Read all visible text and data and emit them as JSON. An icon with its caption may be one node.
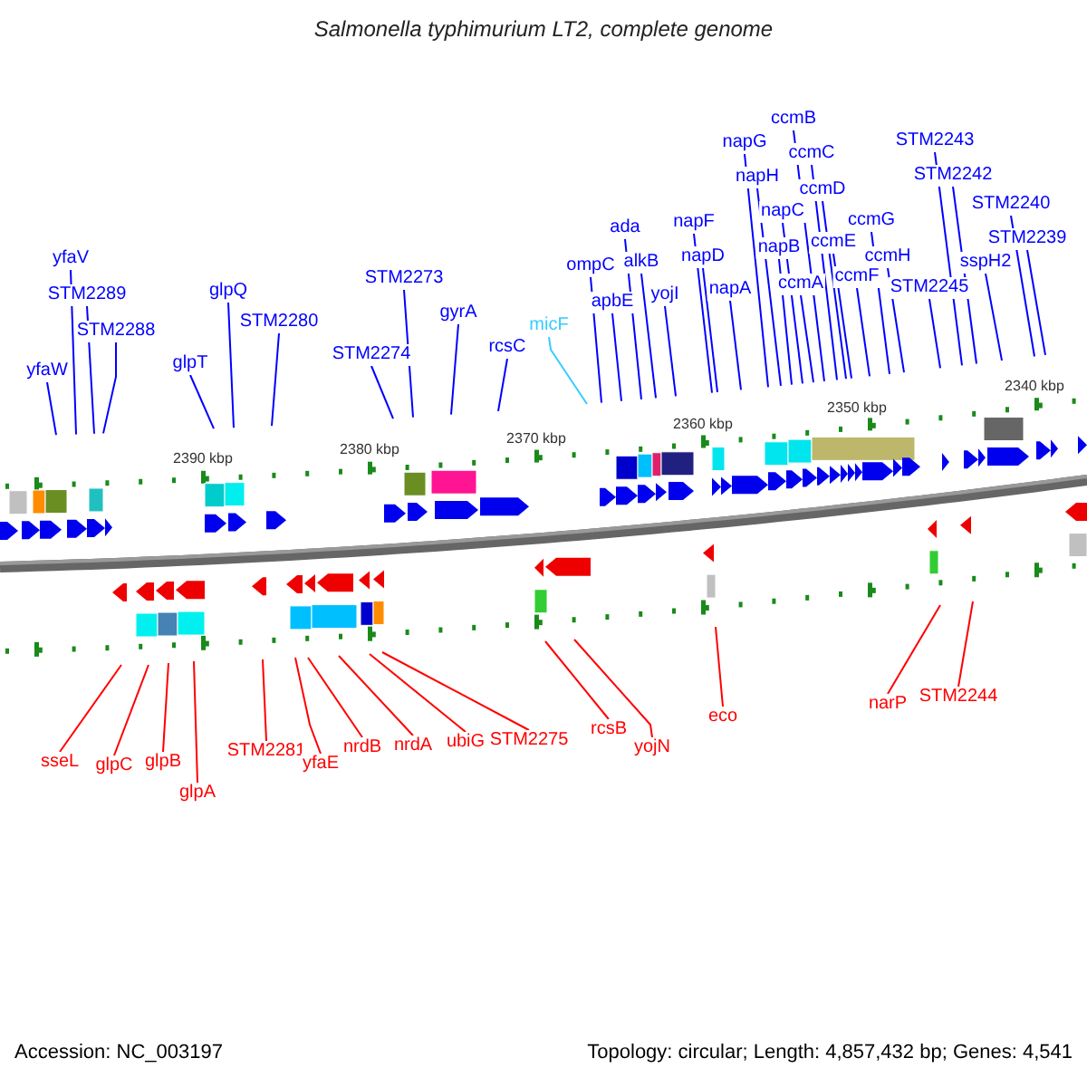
{
  "diagram": {
    "title": "Salmonella typhimurium LT2, complete genome",
    "nodes": [
      {
        "text": [
          "yfaW"
        ]
      },
      {
        "text": [
          "yfaV"
        ]
      },
      {
        "text": [
          "STM2289"
        ]
      },
      {
        "text": [
          "STM2288"
        ]
      },
      {
        "text": [
          "glpT"
        ]
      },
      {
        "text": [
          "glpQ"
        ]
      },
      {
        "text": [
          "STM2280"
        ]
      },
      {
        "text": [
          "STM2274"
        ]
      },
      {
        "text": [
          "STM2273"
        ]
      },
      {
        "text": [
          "gyrA"
        ]
      },
      {
        "text": [
          "rcsC"
        ]
      },
      {
        "text": [
          "micF"
        ]
      },
      {
        "text": [
          "ompC"
        ]
      },
      {
        "text": [
          "apbE"
        ]
      },
      {
        "text": [
          "ada"
        ]
      },
      {
        "text": [
          "alkB"
        ]
      },
      {
        "text": [
          "yojI"
        ]
      },
      {
        "text": [
          "napF"
        ]
      },
      {
        "text": [
          "napD"
        ]
      },
      {
        "text": [
          "napA"
        ]
      },
      {
        "text": [
          "napG"
        ]
      },
      {
        "text": [
          "napH"
        ]
      },
      {
        "text": [
          "napB"
        ]
      },
      {
        "text": [
          "napC"
        ]
      },
      {
        "text": [
          "ccmB"
        ]
      },
      {
        "text": [
          "ccmC"
        ]
      },
      {
        "text": [
          "ccmA"
        ]
      },
      {
        "text": [
          "ccmD"
        ]
      },
      {
        "text": [
          "ccmE"
        ]
      },
      {
        "text": [
          "ccmF"
        ]
      },
      {
        "text": [
          "ccmG"
        ]
      },
      {
        "text": [
          "ccmH"
        ]
      },
      {
        "text": [
          "STM2245"
        ]
      },
      {
        "text": [
          "STM2243"
        ]
      },
      {
        "text": [
          "STM2242"
        ]
      },
      {
        "text": [
          "sspH2"
        ]
      },
      {
        "text": [
          "STM2240"
        ]
      },
      {
        "text": [
          "STM2239"
        ]
      },
      {
        "text": [
          "sseL"
        ]
      },
      {
        "text": [
          "glpC"
        ]
      },
      {
        "text": [
          "glpB"
        ]
      },
      {
        "text": [
          "glpA"
        ]
      },
      {
        "text": [
          "STM2281"
        ]
      },
      {
        "text": [
          "yfaE"
        ]
      },
      {
        "text": [
          "nrdB"
        ]
      },
      {
        "text": [
          "nrdA"
        ]
      },
      {
        "text": [
          "ubiG"
        ]
      },
      {
        "text": [
          "STM2275"
        ]
      },
      {
        "text": [
          "rcsB"
        ]
      },
      {
        "text": [
          "yojN"
        ]
      },
      {
        "text": [
          "eco"
        ]
      },
      {
        "text": [
          "narP"
        ]
      },
      {
        "text": [
          "STM2244"
        ]
      }
    ],
    "edges": [
      {
        "from": 0,
        "to": null,
        "arrow": "none"
      },
      {
        "from": 1,
        "to": null,
        "arrow": "none"
      },
      {
        "from": 2,
        "to": null,
        "arrow": "none"
      },
      {
        "from": 3,
        "to": null,
        "arrow": "none"
      },
      {
        "from": 4,
        "to": null,
        "arrow": "none"
      },
      {
        "from": 5,
        "to": null,
        "arrow": "none"
      },
      {
        "from": 6,
        "to": null,
        "arrow": "none"
      },
      {
        "from": 7,
        "to": null,
        "arrow": "none"
      },
      {
        "from": 8,
        "to": null,
        "arrow": "none"
      },
      {
        "from": 9,
        "to": null,
        "arrow": "none"
      },
      {
        "from": 10,
        "to": null,
        "arrow": "none"
      },
      {
        "from": 11,
        "to": null,
        "arrow": "none",
        "color": "#33ccff"
      },
      {
        "from": 12,
        "to": null,
        "arrow": "none"
      },
      {
        "from": 13,
        "to": null,
        "arrow": "none"
      },
      {
        "from": 14,
        "to": null,
        "arrow": "none"
      },
      {
        "from": 15,
        "to": null,
        "arrow": "none"
      },
      {
        "from": 16,
        "to": null,
        "arrow": "none"
      },
      {
        "from": 17,
        "to": null,
        "arrow": "none"
      },
      {
        "from": 18,
        "to": null,
        "arrow": "none"
      },
      {
        "from": 19,
        "to": null,
        "arrow": "none"
      },
      {
        "from": 20,
        "to": null,
        "arrow": "none"
      },
      {
        "from": 21,
        "to": null,
        "arrow": "none"
      },
      {
        "from": 22,
        "to": null,
        "arrow": "none"
      },
      {
        "from": 23,
        "to": null,
        "arrow": "none"
      },
      {
        "from": 24,
        "to": null,
        "arrow": "none"
      },
      {
        "from": 25,
        "to": null,
        "arrow": "none"
      },
      {
        "from": 26,
        "to": null,
        "arrow": "none"
      },
      {
        "from": 27,
        "to": null,
        "arrow": "none"
      },
      {
        "from": 28,
        "to": null,
        "arrow": "none"
      },
      {
        "from": 29,
        "to": null,
        "arrow": "none"
      },
      {
        "from": 30,
        "to": null,
        "arrow": "none"
      },
      {
        "from": 31,
        "to": null,
        "arrow": "none"
      },
      {
        "from": 32,
        "to": null,
        "arrow": "none"
      },
      {
        "from": 33,
        "to": null,
        "arrow": "none"
      },
      {
        "from": 34,
        "to": null,
        "arrow": "none"
      },
      {
        "from": 35,
        "to": null,
        "arrow": "none"
      },
      {
        "from": 36,
        "to": null,
        "arrow": "none"
      },
      {
        "from": 37,
        "to": null,
        "arrow": "none"
      },
      {
        "from": 38,
        "to": null,
        "arrow": "none",
        "color": "#ff0000"
      },
      {
        "from": 39,
        "to": null,
        "arrow": "none",
        "color": "#ff0000"
      },
      {
        "from": 40,
        "to": null,
        "arrow": "none",
        "color": "#ff0000"
      },
      {
        "from": 41,
        "to": null,
        "arrow": "none",
        "color": "#ff0000"
      },
      {
        "from": 42,
        "to": null,
        "arrow": "none",
        "color": "#ff0000"
      },
      {
        "from": 43,
        "to": null,
        "arrow": "none",
        "color": "#ff0000"
      },
      {
        "from": 44,
        "to": null,
        "arrow": "none",
        "color": "#ff0000"
      },
      {
        "from": 45,
        "to": null,
        "arrow": "none",
        "color": "#ff0000"
      },
      {
        "from": 46,
        "to": null,
        "arrow": "none",
        "color": "#ff0000"
      },
      {
        "from": 47,
        "to": null,
        "arrow": "none",
        "color": "#ff0000"
      },
      {
        "from": 48,
        "to": null,
        "arrow": "none",
        "color": "#ff0000"
      },
      {
        "from": 49,
        "to": null,
        "arrow": "none",
        "color": "#ff0000"
      },
      {
        "from": 50,
        "to": null,
        "arrow": "none",
        "color": "#ff0000"
      },
      {
        "from": 51,
        "to": null,
        "arrow": "none",
        "color": "#ff0000"
      },
      {
        "from": 52,
        "to": null,
        "arrow": "none",
        "color": "#ff0000"
      }
    ],
    "labels": [
      "2390 kbp",
      "2380 kbp",
      "2370 kbp",
      "2360 kbp",
      "2350 kbp",
      "2340 kbp",
      "Accession: NC_003197",
      "Topology: circular; Length: 4,857,432 bp; Genes: 4,541"
    ]
  }
}
